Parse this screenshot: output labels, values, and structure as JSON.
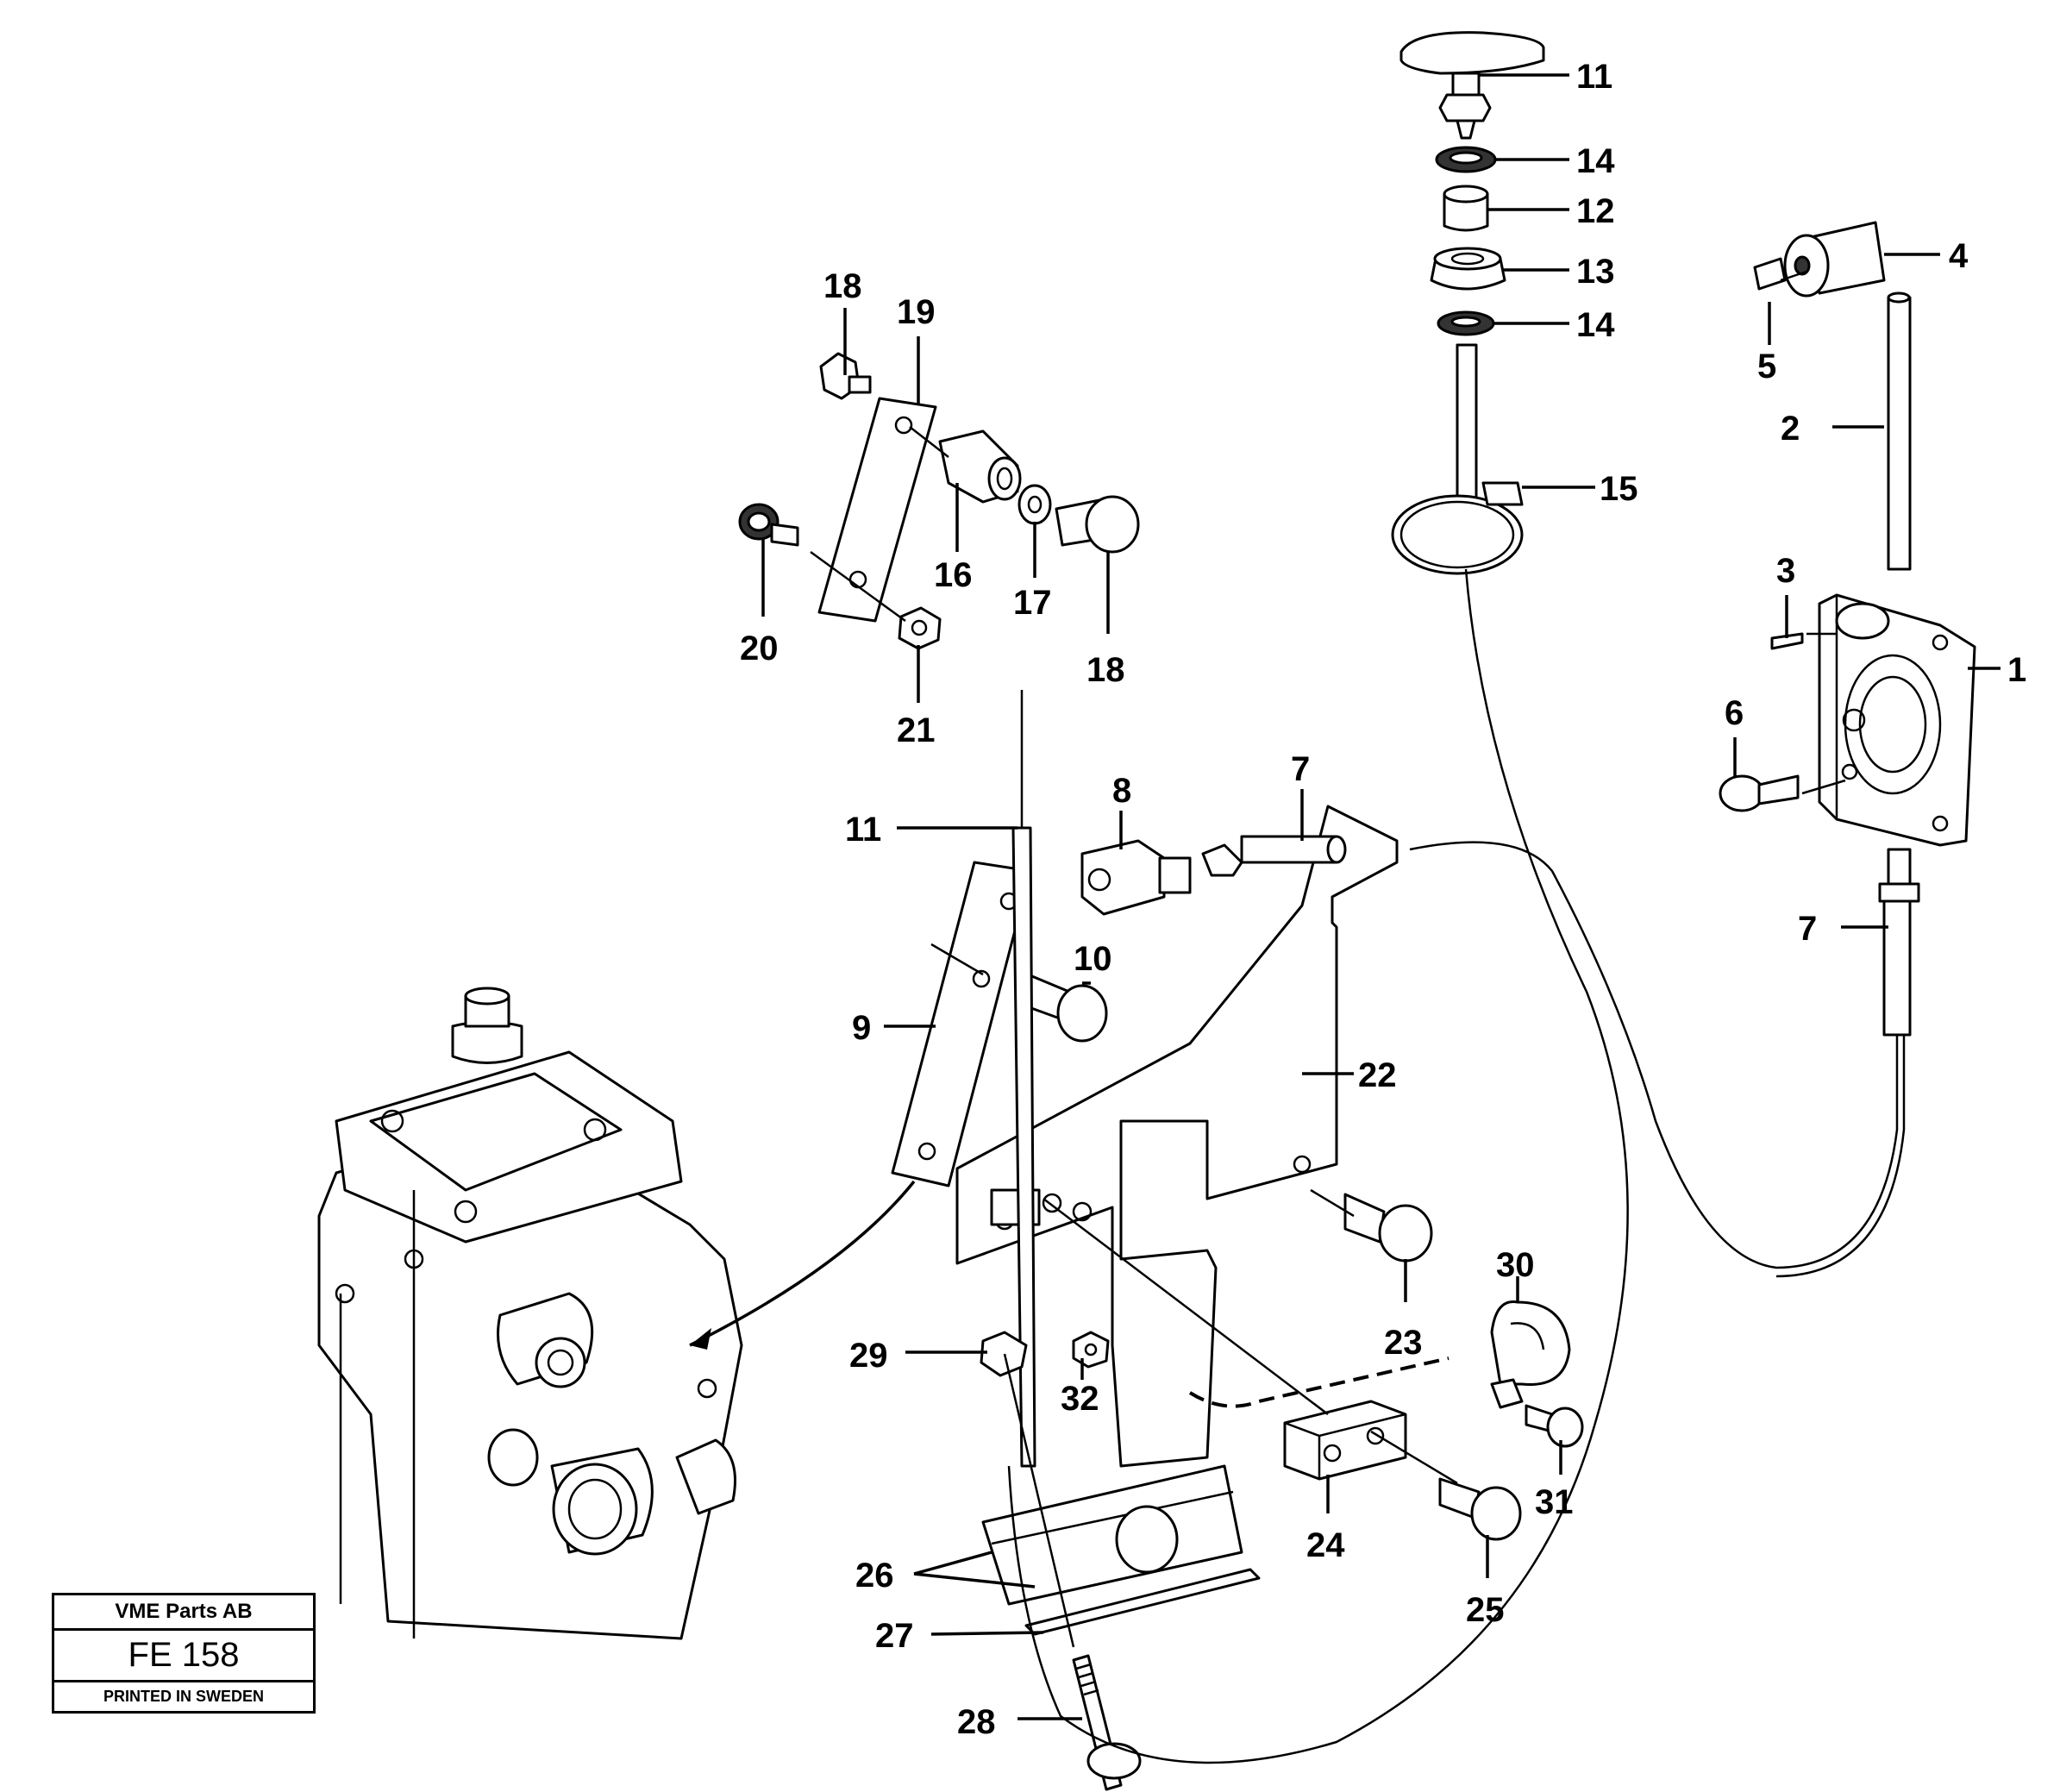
{
  "stamp": {
    "company": "VME Parts AB",
    "code": "FE 158",
    "printed": "PRINTED IN SWEDEN"
  },
  "callouts": {
    "c1": "1",
    "c2": "2",
    "c3": "3",
    "c4": "4",
    "c5": "5",
    "c6": "6",
    "c7a": "7",
    "c7b": "7",
    "c8": "8",
    "c9": "9",
    "c10": "10",
    "c11a": "11",
    "c11b": "11",
    "c12": "12",
    "c13": "13",
    "c14a": "14",
    "c14b": "14",
    "c15": "15",
    "c16": "16",
    "c17": "17",
    "c18a": "18",
    "c18b": "18",
    "c19": "19",
    "c20": "20",
    "c21": "21",
    "c22": "22",
    "c23": "23",
    "c24": "24",
    "c25": "25",
    "c26": "26",
    "c27": "27",
    "c28": "28",
    "c29": "29",
    "c30": "30",
    "c31": "31",
    "c32": "32"
  }
}
